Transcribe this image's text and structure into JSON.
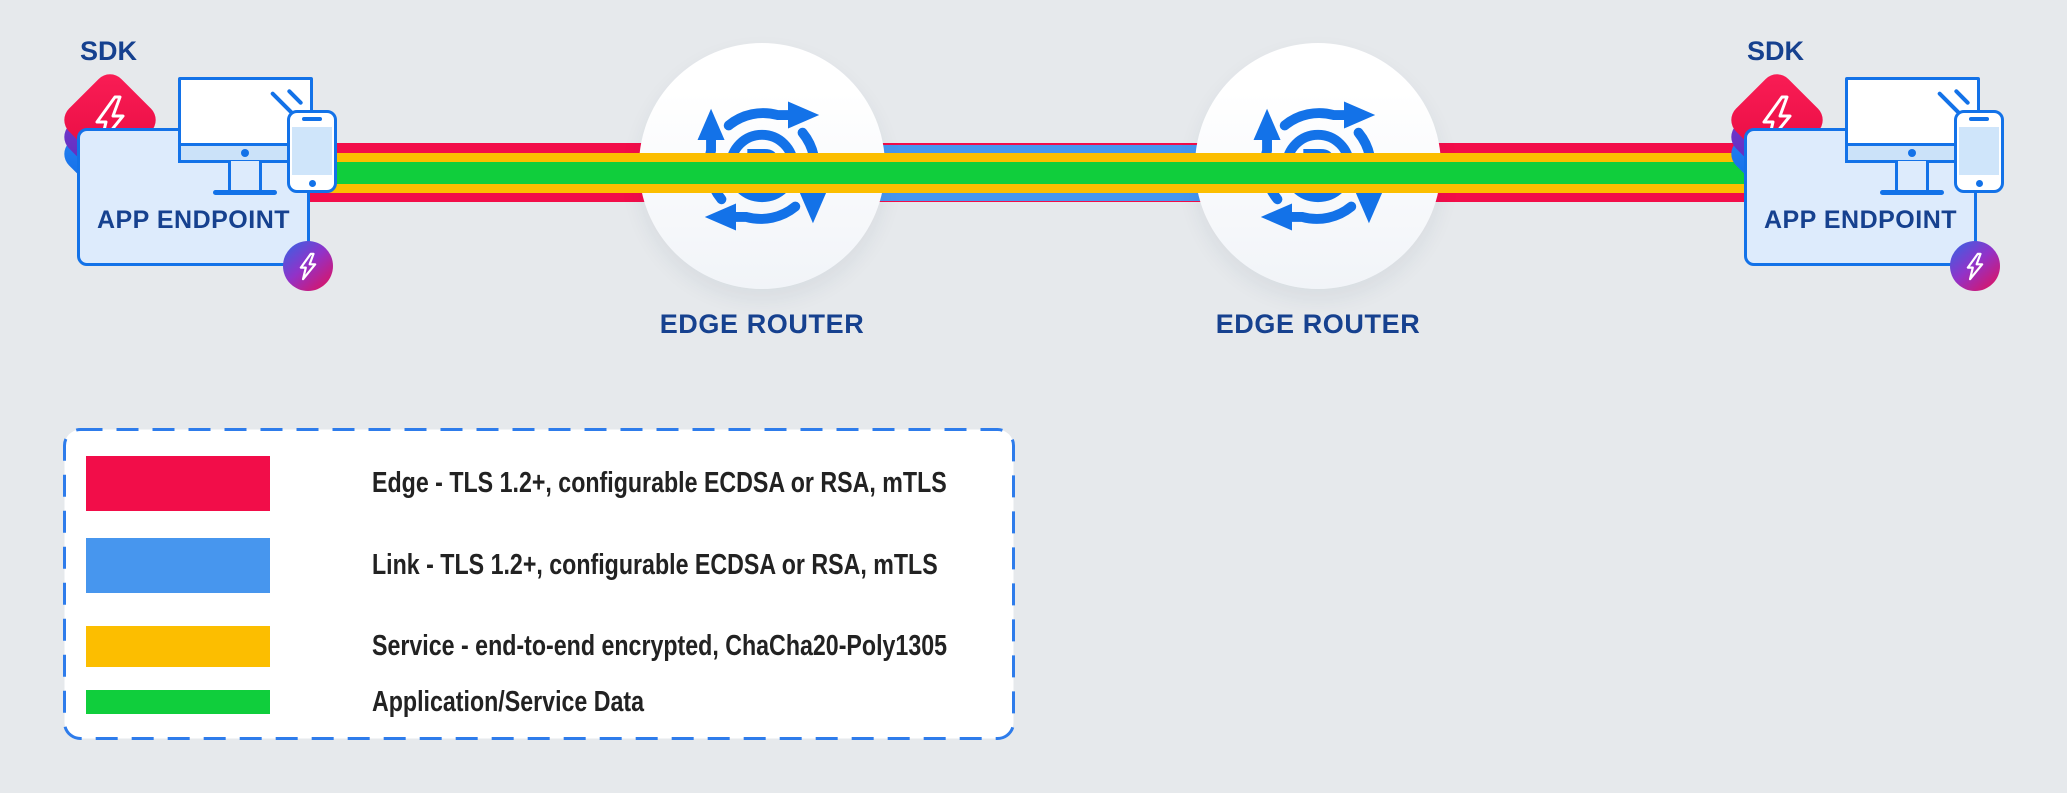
{
  "colors": {
    "background": "#E6E9EC",
    "edge_red": "#F20D49",
    "link_blue": "#4796EE",
    "service_yellow": "#FCBE00",
    "data_green": "#10CE3C",
    "outline_blue": "#1372E8",
    "navy_text": "#16418F",
    "panel_fill": "#DDEBFC",
    "legend_border": "#2E7CEB",
    "legend_text": "#222222"
  },
  "endpoints": {
    "left": {
      "sdk_label": "SDK",
      "box_label": "APP ENDPOINT"
    },
    "right": {
      "sdk_label": "SDK",
      "box_label": "APP ENDPOINT"
    }
  },
  "routers": {
    "left": {
      "label": "EDGE ROUTER",
      "icon_letter": "R"
    },
    "right": {
      "label": "EDGE ROUTER",
      "icon_letter": "R"
    }
  },
  "legend": {
    "items": [
      {
        "name": "edge",
        "color": "#F20D49",
        "label": "Edge - TLS 1.2+, configurable ECDSA or RSA, mTLS"
      },
      {
        "name": "link",
        "color": "#4796EE",
        "label": "Link - TLS 1.2+, configurable ECDSA or RSA, mTLS"
      },
      {
        "name": "service",
        "color": "#FCBE00",
        "label": "Service - end-to-end encrypted, ChaCha20-Poly1305"
      },
      {
        "name": "data",
        "color": "#10CE3C",
        "label": "Application/Service Data"
      }
    ]
  }
}
